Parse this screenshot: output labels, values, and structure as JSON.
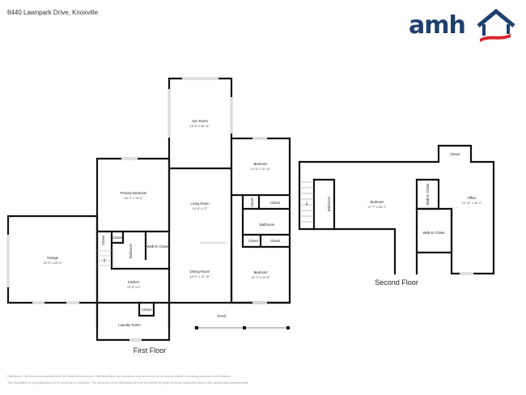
{
  "header": {
    "address": "8440 Lawnpark Drive, Knoxville",
    "logo_text": "amh",
    "logo_colors": {
      "navy": "#1f3f6e",
      "red": "#d9262b"
    }
  },
  "floors": [
    {
      "label": "First Floor",
      "rooms": [
        {
          "name": "Sun Room",
          "dims": "14' 6\" x 20' 11\""
        },
        {
          "name": "Bedroom",
          "dims": "13' 5\" x 12' 11\""
        },
        {
          "name": "Primary Bedroom",
          "dims": "16' 9\" x 16' 8\""
        },
        {
          "name": "Living Room",
          "dims": "14' 6\" x 17'"
        },
        {
          "name": "Garage",
          "dims": "20' 5\" x 20' 4\""
        },
        {
          "name": "Closet"
        },
        {
          "name": "Closet"
        },
        {
          "name": "Bathroom"
        },
        {
          "name": "Walk-In Closet"
        },
        {
          "name": "Kitchen",
          "dims": "13' 5\" x 9'"
        },
        {
          "name": "Dining Room",
          "dims": "14' 6\" x 12' 10\""
        },
        {
          "name": "Closet"
        },
        {
          "name": "Closet"
        },
        {
          "name": "Bathroom"
        },
        {
          "name": "Closet"
        },
        {
          "name": "Closet"
        },
        {
          "name": "Bedroom",
          "dims": "12' 3\" x 12' 8\""
        },
        {
          "name": "Closet"
        },
        {
          "name": "Laundry Room"
        },
        {
          "name": "Porch"
        }
      ]
    },
    {
      "label": "Second Floor",
      "rooms": [
        {
          "name": "Closet"
        },
        {
          "name": "Bathroom"
        },
        {
          "name": "Bedroom",
          "dims": "27' 7\" x 26' 2\""
        },
        {
          "name": "Walk-In Closet"
        },
        {
          "name": "Office",
          "dims": "12' 11\" x 20' 2\""
        },
        {
          "name": "Walk-In Closet"
        }
      ]
    }
  ],
  "disclaimer": {
    "line1": "Disclaimer: The floorplans depicted and the stated dimensions in this illustration are indicative only and serve as an approximation of existing accesses and features.",
    "line2": "This illustration is not guaranteed to be accurate or complete. The accuracy of all information should be verified through personal inspection and/or with appropriate professionals."
  }
}
